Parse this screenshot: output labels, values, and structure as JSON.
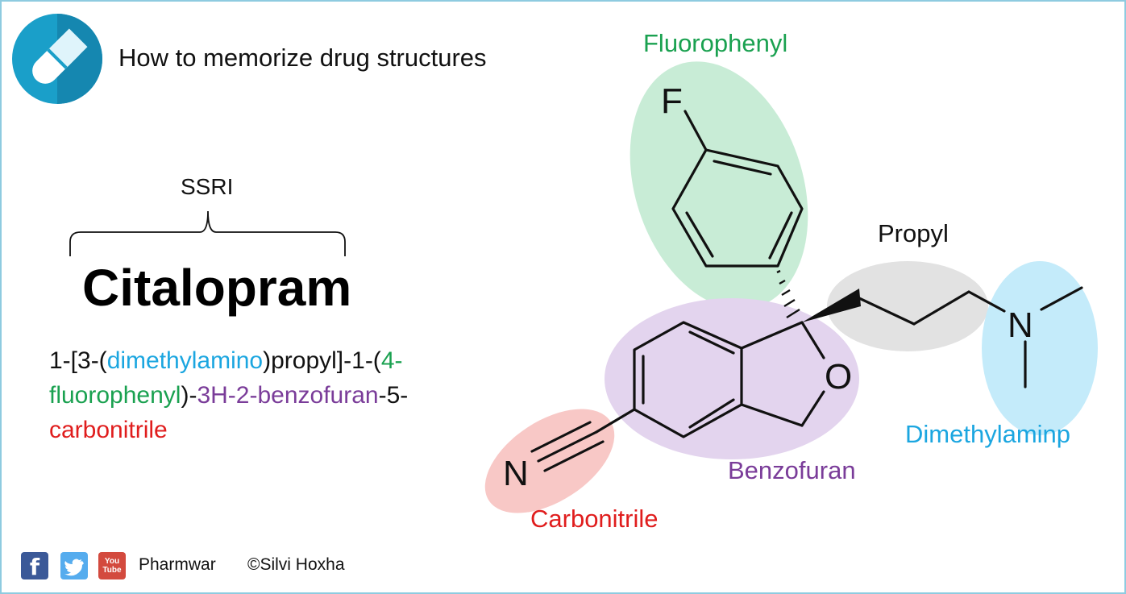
{
  "header": {
    "title": "How to memorize drug structures",
    "logo_icon": "pill-capsule-icon"
  },
  "drug": {
    "class_label": "SSRI",
    "name": "Citalopram",
    "iupac_parts": [
      {
        "text": "1-[3-(",
        "color": "#111111"
      },
      {
        "text": "dimethylamino",
        "color": "#1ba6e0"
      },
      {
        "text": ")propyl]-1-(",
        "color": "#111111"
      },
      {
        "text": "4-fluorophenyl",
        "color": "#1aa150"
      },
      {
        "text": ")-",
        "color": "#111111"
      },
      {
        "text": "3H-2-benzofuran",
        "color": "#7a3c99"
      },
      {
        "text": "-5-",
        "color": "#111111"
      },
      {
        "text": "carbonitrile",
        "color": "#e01d1d"
      }
    ]
  },
  "structure": {
    "atoms": {
      "fluorine": "F",
      "oxygen": "O",
      "nitrogen_amine": "N",
      "nitrogen_nitrile": "N"
    },
    "groups": [
      {
        "name": "Fluorophenyl",
        "color": "#1aa150",
        "highlight": "#c8ecd6"
      },
      {
        "name": "Propyl",
        "color": "#111111",
        "highlight": "#e2e2e2"
      },
      {
        "name": "Dimethylaminp",
        "color": "#1ba6e0",
        "highlight": "#c4ebfa"
      },
      {
        "name": "Benzofuran",
        "color": "#7a3c99",
        "highlight": "#e3d4ee"
      },
      {
        "name": "Carbonitrile",
        "color": "#e01d1d",
        "highlight": "#f8c8c6"
      }
    ]
  },
  "footer": {
    "social_icons": [
      "facebook-icon",
      "twitter-icon",
      "youtube-icon"
    ],
    "facebook_glyph": "f",
    "youtube_glyph_top": "You",
    "youtube_glyph_bottom": "Tube",
    "brand": "Pharmwar",
    "copyright": "©Silvi Hoxha"
  }
}
